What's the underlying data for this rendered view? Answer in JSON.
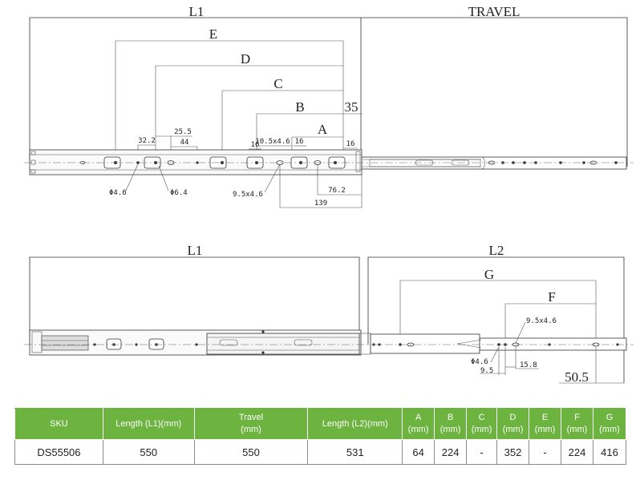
{
  "top_view": {
    "labels": {
      "l1": "L1",
      "travel": "TRAVEL",
      "e": "E",
      "d": "D",
      "c": "C",
      "b": "B",
      "a": "A",
      "d35": "35",
      "d32_2": "32.2",
      "d25_5": "25.5",
      "d44": "44",
      "d16a": "16",
      "d10_5x4_6": "10.5x4.6",
      "d16b": "16",
      "d16c": "16",
      "phi4_6": "Φ4.6",
      "phi6_4": "Φ6.4",
      "d9_5x4_6": "9.5x4.6",
      "d76_2": "76.2",
      "d139": "139"
    }
  },
  "bottom_view": {
    "labels": {
      "l1": "L1",
      "l2": "L2",
      "g": "G",
      "f": "F",
      "d9_5x4_6": "9.5x4.6",
      "phi4_6": "Φ4.6",
      "d9_5": "9.5",
      "d15_8": "15.8",
      "d50_5": "50.5"
    }
  },
  "table": {
    "headers": [
      [
        "SKU"
      ],
      [
        "Length (L1)(mm)"
      ],
      [
        "Travel",
        "(mm)"
      ],
      [
        "Length (L2)(mm)"
      ],
      [
        "A",
        "(mm)"
      ],
      [
        "B",
        "(mm)"
      ],
      [
        "C",
        "(mm)"
      ],
      [
        "D",
        "(mm)"
      ],
      [
        "E",
        "(mm)"
      ],
      [
        "F",
        "(mm)"
      ],
      [
        "G",
        "(mm)"
      ]
    ],
    "row": [
      "DS55506",
      "550",
      "550",
      "531",
      "64",
      "224",
      "-",
      "352",
      "-",
      "224",
      "416"
    ]
  },
  "colors": {
    "header_bg": "#6cb33f",
    "header_text": "#ffffff",
    "line": "#333333"
  }
}
